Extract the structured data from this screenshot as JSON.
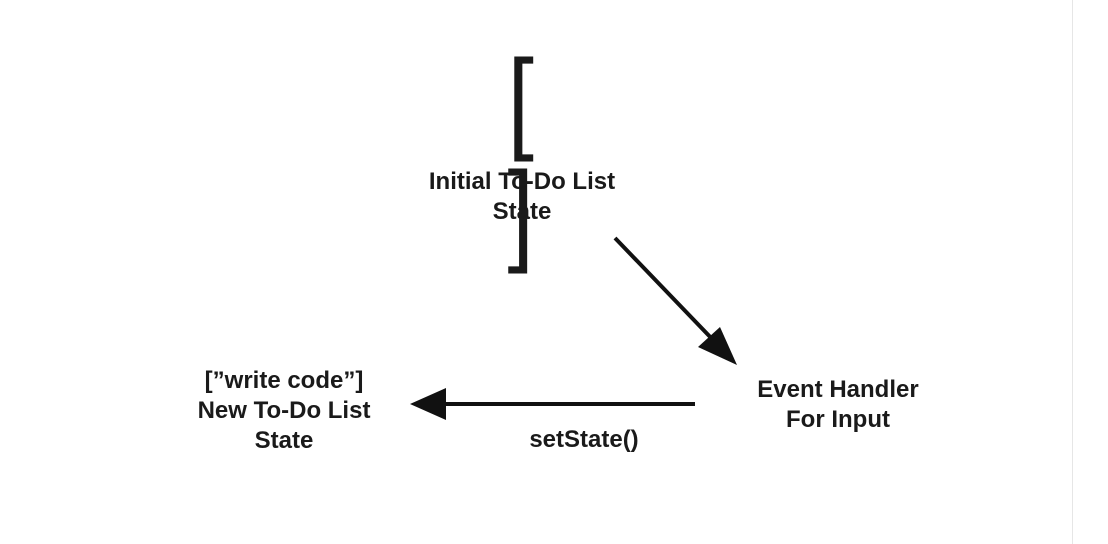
{
  "diagram": {
    "initial_state": {
      "symbol": "[ ]",
      "line1": "Initial To-Do List",
      "line2": "State"
    },
    "event_handler": {
      "line1": "Event Handler",
      "line2": "For Input"
    },
    "new_state": {
      "line1": "[”write code”]",
      "line2": "New To-Do List",
      "line3": "State"
    },
    "edge_label": "setState()"
  }
}
